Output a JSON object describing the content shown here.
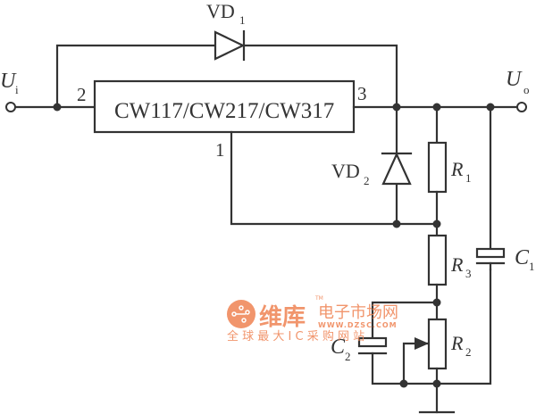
{
  "diagram": {
    "type": "circuit-schematic",
    "regulator": {
      "label": "CW117/CW217/CW317",
      "pin_input": "2",
      "pin_output": "3",
      "pin_adjust": "1"
    },
    "terminals": {
      "input": {
        "symbol": "U",
        "sub": "i"
      },
      "output": {
        "symbol": "U",
        "sub": "o"
      }
    },
    "components": {
      "vd1": {
        "symbol": "VD",
        "sub": "1"
      },
      "vd2": {
        "symbol": "VD",
        "sub": "2"
      },
      "r1": {
        "symbol": "R",
        "sub": "1"
      },
      "r2": {
        "symbol": "R",
        "sub": "2"
      },
      "r3": {
        "symbol": "R",
        "sub": "3"
      },
      "c1": {
        "symbol": "C",
        "sub": "1"
      },
      "c2": {
        "symbol": "C",
        "sub": "2"
      }
    },
    "colors": {
      "wire": "#333333",
      "watermark": "#f08a5d"
    }
  },
  "watermark": {
    "brand": "维库",
    "tm": "TM",
    "tagline": "电子市场网",
    "url": "WWW.DZSC.COM",
    "slogan": "全 球 最 大 I C 采 购 网 站"
  }
}
